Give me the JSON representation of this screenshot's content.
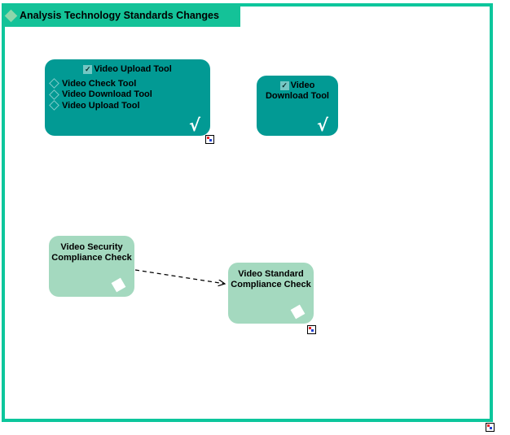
{
  "header": {
    "title": "Analysis Technology Standards Changes"
  },
  "icons": {
    "check": "✓",
    "service_glyph": "√"
  },
  "colors": {
    "frame": "#0cc69c",
    "header_bg": "#14c298",
    "teal_node": "#029a94",
    "green_node": "#a4d9bf"
  },
  "nodes": {
    "upload_group": {
      "title": "Video Upload Tool",
      "items": [
        "Video Check Tool",
        "Video Download Tool",
        "Video Upload Tool"
      ]
    },
    "download_tool": {
      "title_line1": "Video",
      "title_line2": "Download Tool"
    },
    "security_check": {
      "title_line1": "Video Security",
      "title_line2": "Compliance Check"
    },
    "standard_check": {
      "title_line1": "Video Standard",
      "title_line2": "Compliance Check"
    }
  }
}
